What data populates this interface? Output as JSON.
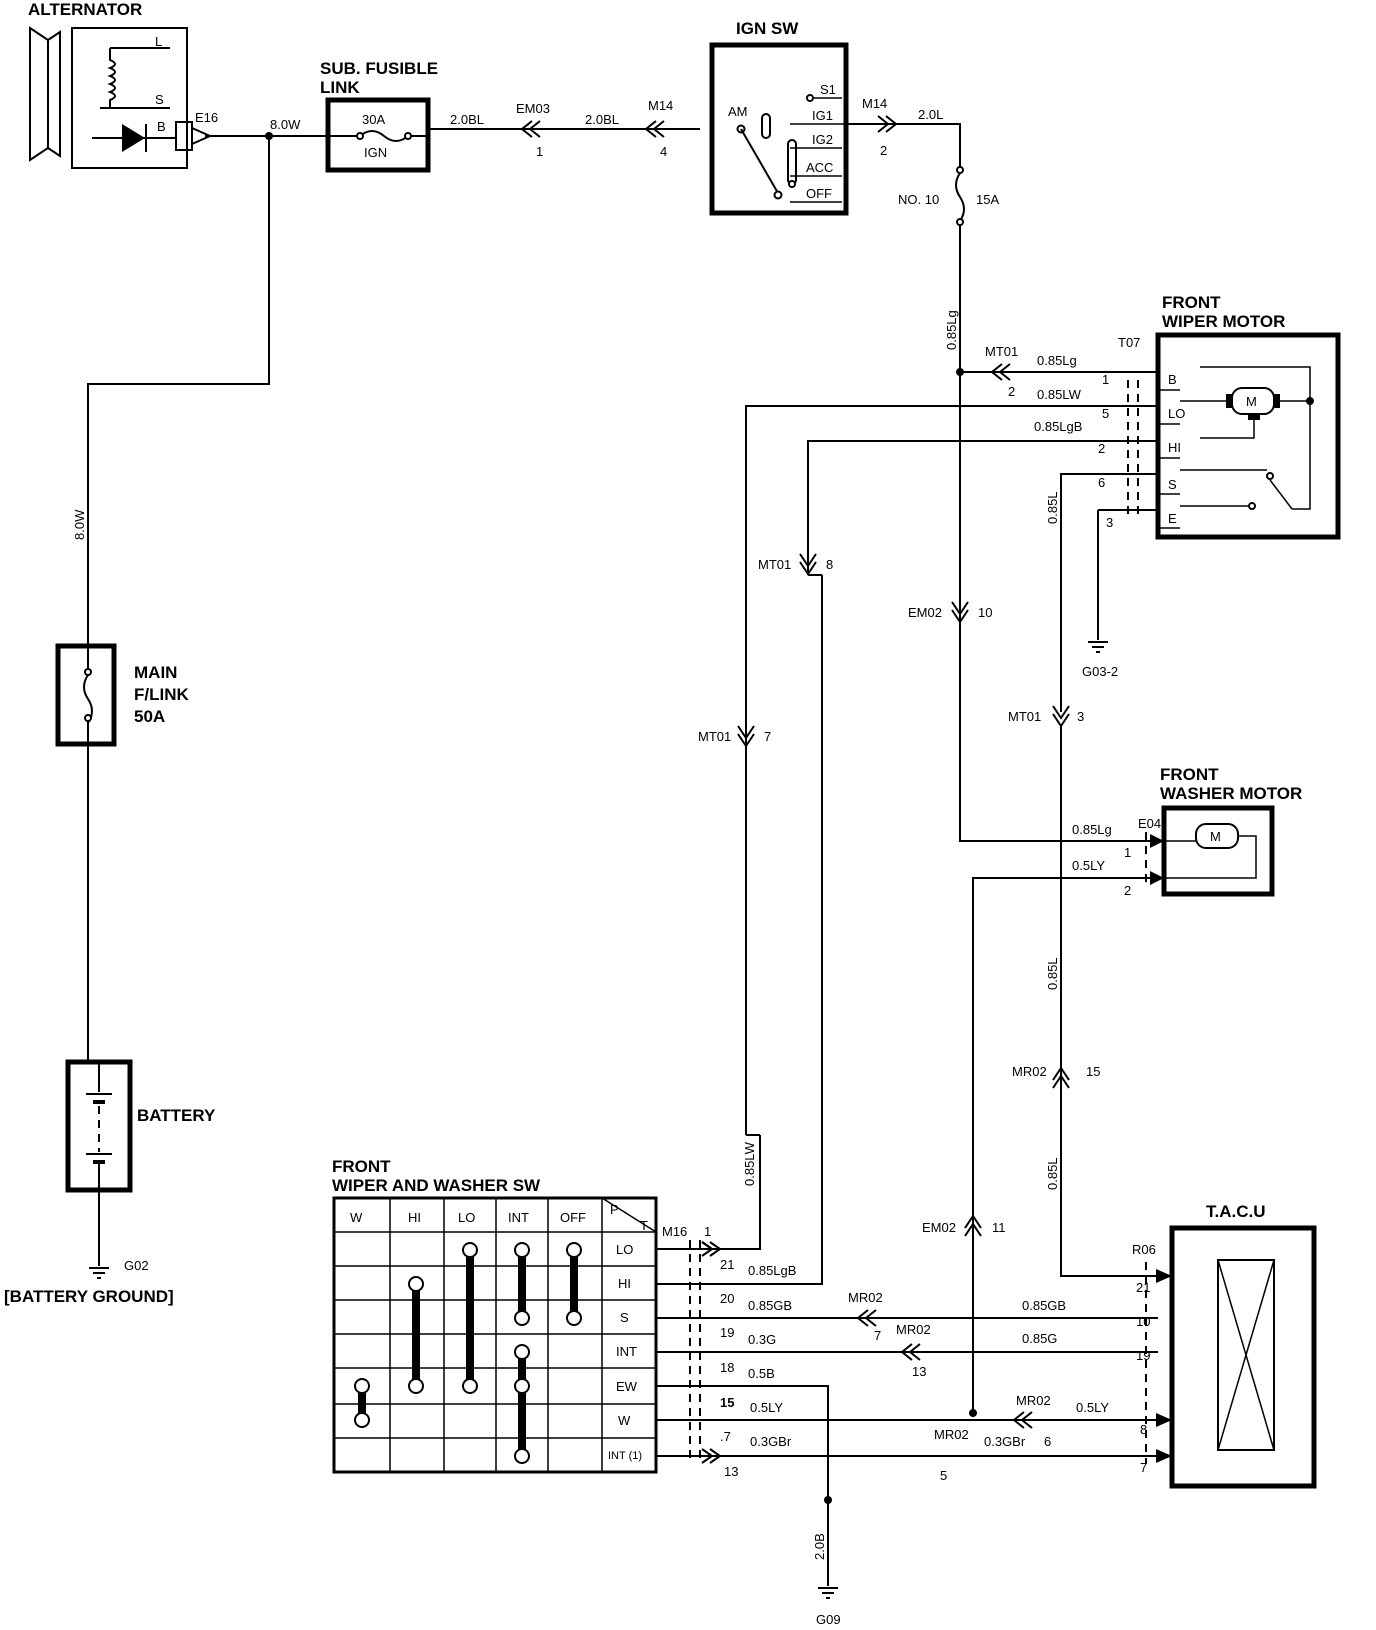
{
  "components": {
    "alternator": {
      "title": "ALTERNATOR",
      "pins": [
        "L",
        "S",
        "B"
      ],
      "connector": "E16"
    },
    "sub_fusible_link": {
      "title_line1": "SUB. FUSIBLE",
      "title_line2": "LINK",
      "rating": "30A",
      "name": "IGN"
    },
    "ign_sw": {
      "title": "IGN SW",
      "positions": [
        "S1",
        "AM",
        "IG1",
        "IG2",
        "ACC",
        "OFF"
      ]
    },
    "fuse_no10": {
      "name": "NO. 10",
      "rating": "15A"
    },
    "main_fusible_link": {
      "title_line1": "MAIN",
      "title_line2": "F/LINK",
      "title_line3": "50A"
    },
    "battery": {
      "title": "BATTERY",
      "ground": "G02",
      "ground_label": "[BATTERY GROUND]"
    },
    "front_wiper_motor": {
      "title_line1": "FRONT",
      "title_line2": "WIPER MOTOR",
      "pins": [
        "B",
        "LO",
        "HI",
        "S",
        "E"
      ],
      "motor": "M",
      "connector": "T07"
    },
    "front_washer_motor": {
      "title_line1": "FRONT",
      "title_line2": "WASHER MOTOR",
      "motor": "M",
      "connector": "E04"
    },
    "tacu": {
      "title": "T.A.C.U",
      "connector": "R06"
    },
    "wiper_washer_sw": {
      "title_line1": "FRONT",
      "title_line2": "WIPER AND WASHER SW",
      "columns": [
        "W",
        "HI",
        "LO",
        "INT",
        "OFF"
      ],
      "pt_top": "P",
      "pt_bottom": "T",
      "rows": [
        "LO",
        "HI",
        "S",
        "INT",
        "EW",
        "W",
        "INT (1)"
      ]
    }
  },
  "wires": {
    "w_8ow_a": "8.0W",
    "w_8ow_b": "8.0W",
    "w_20bl_a": "2.0BL",
    "w_20bl_b": "2.0BL",
    "w_20l": "2.0L",
    "w_085lg_v": "0.85Lg",
    "w_085lg_t1": "0.85Lg",
    "w_085lw_t2": "0.85LW",
    "w_085lgb_t5": "0.85LgB",
    "w_085l_v1": "0.85L",
    "w_085lg_e04": "0.85Lg",
    "w_05ly_e04": "0.5LY",
    "w_085l_v2": "0.85L",
    "w_085l_v3": "0.85L",
    "w_085lw_v": "0.85LW",
    "w_085lgb_21": "0.85LgB",
    "w_085gb_20": "0.85GB",
    "w_03g_19": "0.3G",
    "w_058_18": "0.5B",
    "w_05ly_15": "0.5LY",
    "w_03gbr_7": "0.3GBr",
    "w_085gb_r": "0.85GB",
    "w_085g_r": "0.85G",
    "w_05ly_r": "0.5LY",
    "w_03gbr_r": "0.3GBr",
    "w_20b": "2.0B"
  },
  "connectors": {
    "em03": "EM03",
    "em03_pin": "1",
    "m14a": "M14",
    "m14a_pin": "4",
    "m14b": "M14",
    "m14b_pin": "2",
    "mt01_1": "MT01",
    "em02_10": "EM02",
    "em02_10_pin": "10",
    "mt01_8": "MT01",
    "mt01_8_pin": "8",
    "mt01_7": "MT01",
    "mt01_7_pin": "7",
    "mt01_3": "MT01",
    "mt01_3_pin": "3",
    "mr02_15": "MR02",
    "mr02_15_pin": "15",
    "em02_11": "EM02",
    "em02_11_pin": "11",
    "m16": "M16",
    "m16_pin": "1",
    "mr02_7": "MR02",
    "mr02_7_pin": "7",
    "mr02_13": "MR02",
    "mr02_13_pin": "13",
    "mr02_6": "MR02",
    "mr02_6_pin": "6",
    "mr02_5": "MR02",
    "mr02_5_pin": "5",
    "g03": "G03-2",
    "g09": "G09"
  },
  "pins": {
    "t07": [
      "1",
      "2",
      "5",
      "2",
      "6",
      "3"
    ],
    "e04": [
      "1",
      "2"
    ],
    "m16": [
      "21",
      "20",
      "19",
      "18",
      "15",
      ".7",
      "13"
    ],
    "r06": [
      "21",
      "10",
      "19",
      "8",
      "7"
    ]
  }
}
